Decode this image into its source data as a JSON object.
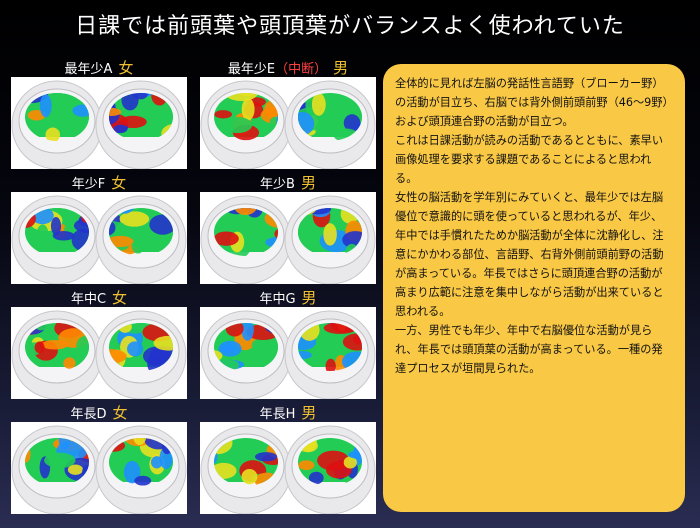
{
  "title": "日課では前頭葉や頭頂葉がバランスよく使われていた",
  "subjects": [
    {
      "label": "最年少A",
      "note": "",
      "sex": "女"
    },
    {
      "label": "最年少E",
      "note": "（中断）",
      "sex": "男"
    },
    {
      "label": "年少F",
      "note": "",
      "sex": "女"
    },
    {
      "label": "年少B",
      "note": "",
      "sex": "男"
    },
    {
      "label": "年中C",
      "note": "",
      "sex": "女"
    },
    {
      "label": "年中G",
      "note": "",
      "sex": "男"
    },
    {
      "label": "年長D",
      "note": "",
      "sex": "女"
    },
    {
      "label": "年長H",
      "note": "",
      "sex": "男"
    }
  ],
  "description": [
    "全体的に見れば左脳の発話性言語野（ブローカー野）の活動が目立ち、右脳では背外側前頭前野（46〜9野）および頭頂連合野の活動が目立つ。",
    "これは日課活動が読みの活動であるとともに、素早い画像処理を要求する課題であることによると思われる。",
    "女性の脳活動を学年別にみていくと、最年少では左脳優位で意識的に頭を使っていると思われるが、年少、年中では手慣れたためか脳活動が全体に沈静化し、注意にかかわる部位、言語野、右背外側前頭前野の活動が高まっている。年長ではさらに頭頂連合野の活動が高まり広範に注意を集中しながら活動が出来ていると思われる。",
    "一方、男性でも年少、年中で右脳優位な活動が見られ、年長では頭頂葉の活動が高まっている。一種の発達プロセスが垣間見られた。"
  ],
  "colors": {
    "label_sex": "#f0c030",
    "note": "#ff4040",
    "textbox_bg": "#f9c845",
    "scale": [
      "#2233cc",
      "#1e90ff",
      "#22cc55",
      "#e8e020",
      "#ff8800",
      "#dd1111"
    ]
  }
}
